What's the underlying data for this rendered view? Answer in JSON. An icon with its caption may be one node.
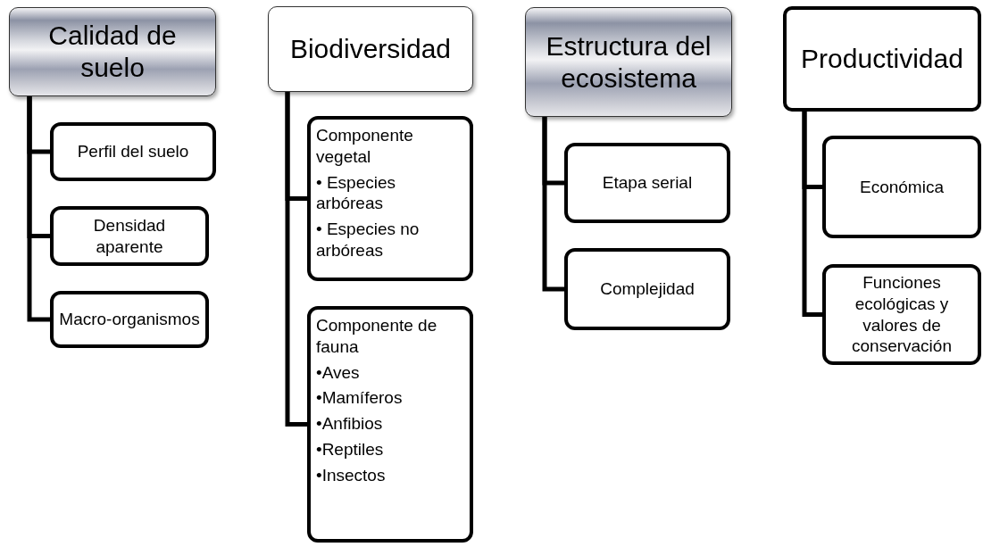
{
  "diagram": {
    "nodes": [
      {
        "text": [
          "Calidad de suelo"
        ]
      },
      {
        "text": [
          "Perfil del suelo"
        ]
      },
      {
        "text": [
          "Densidad aparente"
        ]
      },
      {
        "text": [
          "Macro-organismos"
        ]
      },
      {
        "text": [
          "Biodiversidad"
        ]
      },
      {
        "text": [
          "Componente vegetal",
          "• Especies arbóreas",
          "• Especies no arbóreas"
        ]
      },
      {
        "text": [
          "Componente de fauna",
          "•Aves",
          "•Mamíferos",
          "•Anfibios",
          "•Reptiles",
          "•Insectos"
        ]
      },
      {
        "text": [
          "Estructura del ecosistema"
        ]
      },
      {
        "text": [
          "Etapa serial"
        ]
      },
      {
        "text": [
          "Complejidad"
        ]
      },
      {
        "text": [
          "Productividad"
        ]
      },
      {
        "text": [
          "Económica"
        ]
      },
      {
        "text": [
          "Funciones ecológicas y valores de conservación"
        ]
      }
    ],
    "edges": [
      {
        "from": 0,
        "to": 1,
        "arrow": "none"
      },
      {
        "from": 0,
        "to": 2,
        "arrow": "none"
      },
      {
        "from": 0,
        "to": 3,
        "arrow": "none"
      },
      {
        "from": 4,
        "to": 5,
        "arrow": "none"
      },
      {
        "from": 4,
        "to": 6,
        "arrow": "none"
      },
      {
        "from": 7,
        "to": 8,
        "arrow": "none"
      },
      {
        "from": 7,
        "to": 9,
        "arrow": "none"
      },
      {
        "from": 10,
        "to": 11,
        "arrow": "none"
      },
      {
        "from": 10,
        "to": 12,
        "arrow": "none"
      }
    ]
  }
}
